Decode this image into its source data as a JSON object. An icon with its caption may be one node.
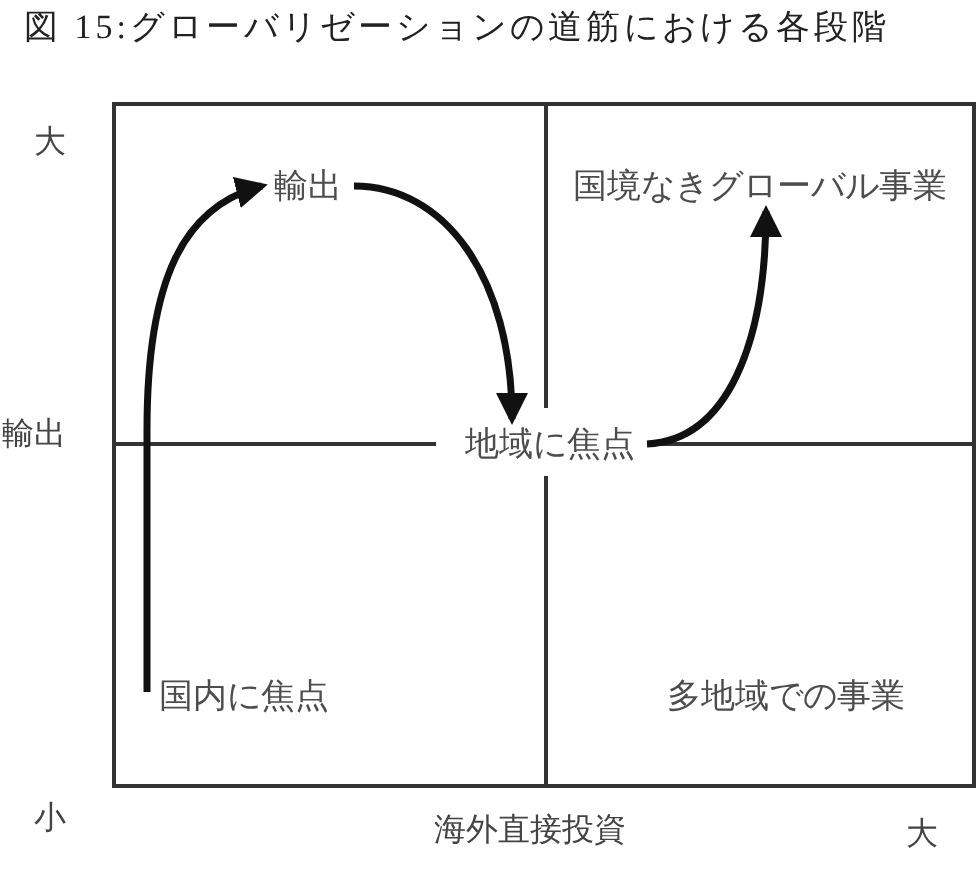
{
  "diagram": {
    "title": "図 15:グローバリゼーションの道筋における各段階",
    "nodes": [
      {
        "text": [
          "輸出"
        ]
      },
      {
        "text": [
          "国境なきグローバル事業"
        ]
      },
      {
        "text": [
          "地域に焦点"
        ]
      },
      {
        "text": [
          "国内に焦点"
        ]
      },
      {
        "text": [
          "多地域での事業"
        ]
      }
    ],
    "edges": [
      {
        "from": 3,
        "to": 0,
        "arrow": "to"
      },
      {
        "from": 0,
        "to": 2,
        "arrow": "to"
      },
      {
        "from": 2,
        "to": 1,
        "arrow": "to"
      }
    ],
    "labels": [
      "大",
      "輸出",
      "小",
      "海外直接投資",
      "大"
    ]
  }
}
